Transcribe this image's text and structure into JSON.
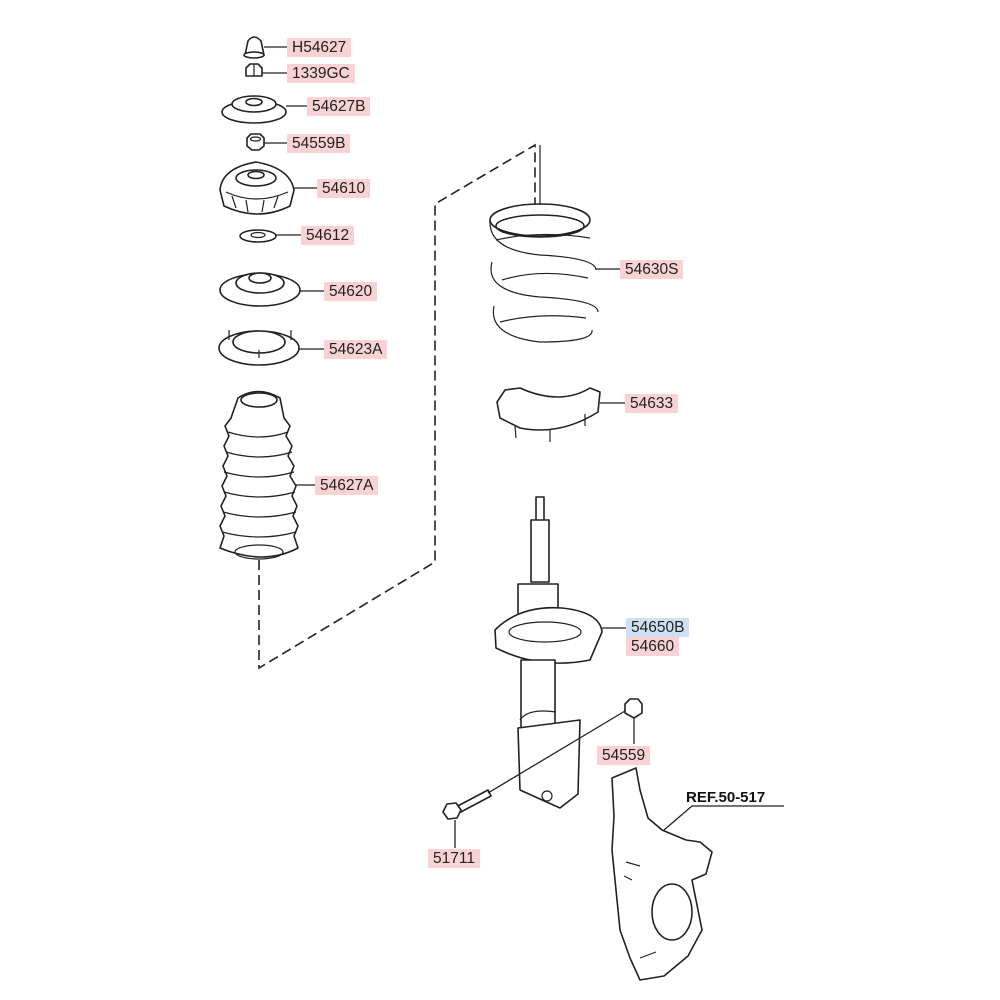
{
  "parts": [
    {
      "id": "H54627",
      "label": "H54627",
      "style": "red"
    },
    {
      "id": "1339GC",
      "label": "1339GC",
      "style": "red"
    },
    {
      "id": "54627B",
      "label": "54627B",
      "style": "red"
    },
    {
      "id": "54559B",
      "label": "54559B",
      "style": "red"
    },
    {
      "id": "54610",
      "label": "54610",
      "style": "red"
    },
    {
      "id": "54612",
      "label": "54612",
      "style": "red"
    },
    {
      "id": "54620",
      "label": "54620",
      "style": "red"
    },
    {
      "id": "54623A",
      "label": "54623A",
      "style": "red"
    },
    {
      "id": "54627A",
      "label": "54627A",
      "style": "red"
    },
    {
      "id": "54630S",
      "label": "54630S",
      "style": "red"
    },
    {
      "id": "54633",
      "label": "54633",
      "style": "red"
    },
    {
      "id": "54650B",
      "label": "54650B",
      "style": "blue"
    },
    {
      "id": "54660",
      "label": "54660",
      "style": "red"
    },
    {
      "id": "54559",
      "label": "54559",
      "style": "red"
    },
    {
      "id": "51711",
      "label": "51711",
      "style": "red"
    }
  ],
  "reference": "REF.50-517",
  "colors": {
    "label_red": "#f9d3d3",
    "label_blue": "#cfe0f3",
    "line": "#222222"
  }
}
